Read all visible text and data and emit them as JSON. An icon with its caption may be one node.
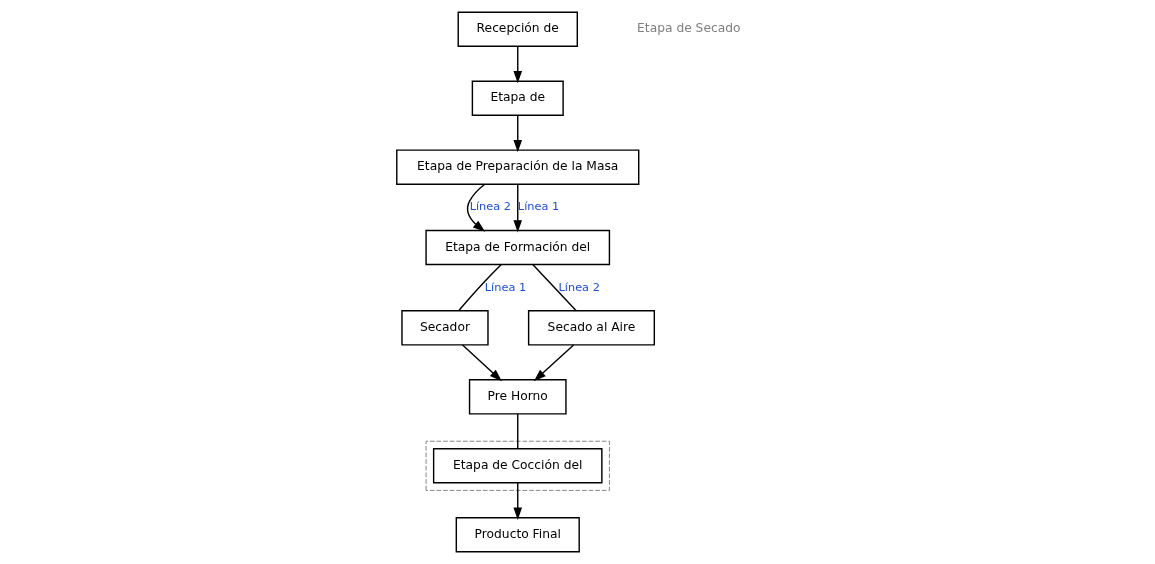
{
  "diagram": {
    "nodes": [
      {
        "text": [
          "Recepción de"
        ]
      },
      {
        "text": [
          "Etapa de"
        ]
      },
      {
        "text": [
          "Etapa de Preparación de la Masa"
        ]
      },
      {
        "text": [
          "Etapa de Formación del"
        ]
      },
      {
        "text": [
          "Secador"
        ]
      },
      {
        "text": [
          "Secado al Aire"
        ]
      },
      {
        "text": [
          "Pre Horno"
        ]
      },
      {
        "text": [],
        "shape": "box"
      },
      {
        "text": [
          "Etapa de Cocción del"
        ],
        "in": 7
      },
      {
        "text": [
          "Producto Final"
        ]
      }
    ],
    "edges": [
      {
        "from": 0,
        "to": 1,
        "arrow": "to"
      },
      {
        "from": 1,
        "to": 2,
        "arrow": "to"
      },
      {
        "from": 2,
        "to": 3,
        "arrow": "to",
        "label": "Línea 2"
      },
      {
        "from": 2,
        "to": 3,
        "arrow": "to",
        "label": "Línea 1"
      },
      {
        "from": 3,
        "to": 4,
        "arrow": "none",
        "label": "Línea 1"
      },
      {
        "from": 3,
        "to": 5,
        "arrow": "none",
        "label": "Línea 2"
      },
      {
        "from": 4,
        "to": 6,
        "arrow": "to"
      },
      {
        "from": 5,
        "to": 6,
        "arrow": "to"
      },
      {
        "from": 6,
        "to": 8,
        "arrow": "none"
      },
      {
        "from": 8,
        "to": 9,
        "arrow": "to"
      }
    ],
    "labels": [
      "Etapa de Secado"
    ]
  }
}
